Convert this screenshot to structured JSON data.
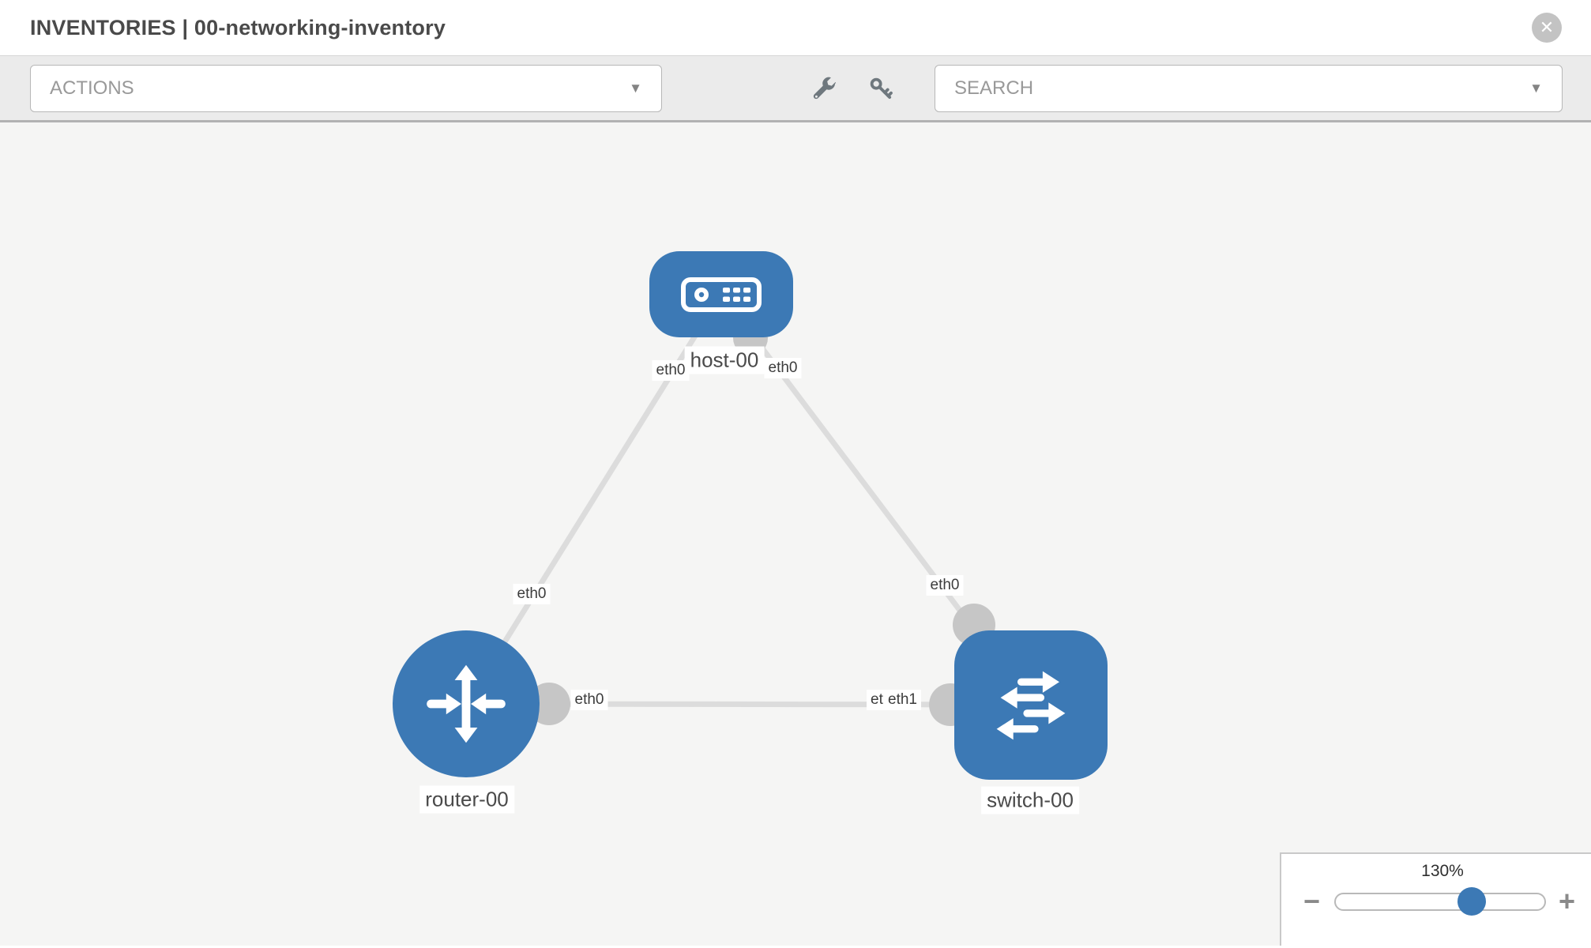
{
  "header": {
    "title": "INVENTORIES | 00-networking-inventory"
  },
  "toolbar": {
    "actions_value": "ACTIONS",
    "search_value": "SEARCH"
  },
  "icons": {
    "close": "✕",
    "caret_down": "▼",
    "minus": "−",
    "plus": "+",
    "wrench": "wrench-icon",
    "key": "key-icon"
  },
  "topology": {
    "nodes": [
      {
        "id": "host-00",
        "type": "host",
        "label": "host-00"
      },
      {
        "id": "router-00",
        "type": "router",
        "label": "router-00"
      },
      {
        "id": "switch-00",
        "type": "switch",
        "label": "switch-00"
      }
    ],
    "links": [
      {
        "from": "host-00",
        "from_interface": "eth0",
        "to": "router-00",
        "to_interface": "eth0"
      },
      {
        "from": "host-00",
        "from_interface": "eth0",
        "to": "switch-00",
        "to_interface": "eth0"
      },
      {
        "from": "router-00",
        "from_interface": "eth0",
        "to": "switch-00",
        "to_interface": "eth1"
      }
    ],
    "interface_labels": {
      "host_left": "eth0",
      "host_right": "eth0",
      "router_upper": "eth0",
      "switch_upper": "eth0",
      "router_right": "eth0",
      "switch_left_under": "eth0",
      "switch_left_top": "eth1"
    }
  },
  "zoom_control": {
    "level_label": "130%",
    "percent": 65
  },
  "colors": {
    "node_blue": "#3c79b5",
    "link_gray": "#dcdcdc",
    "endpoint_gray": "#c6c6c6",
    "canvas_bg": "#f5f5f4",
    "toolbar_bg": "#ebebeb"
  }
}
